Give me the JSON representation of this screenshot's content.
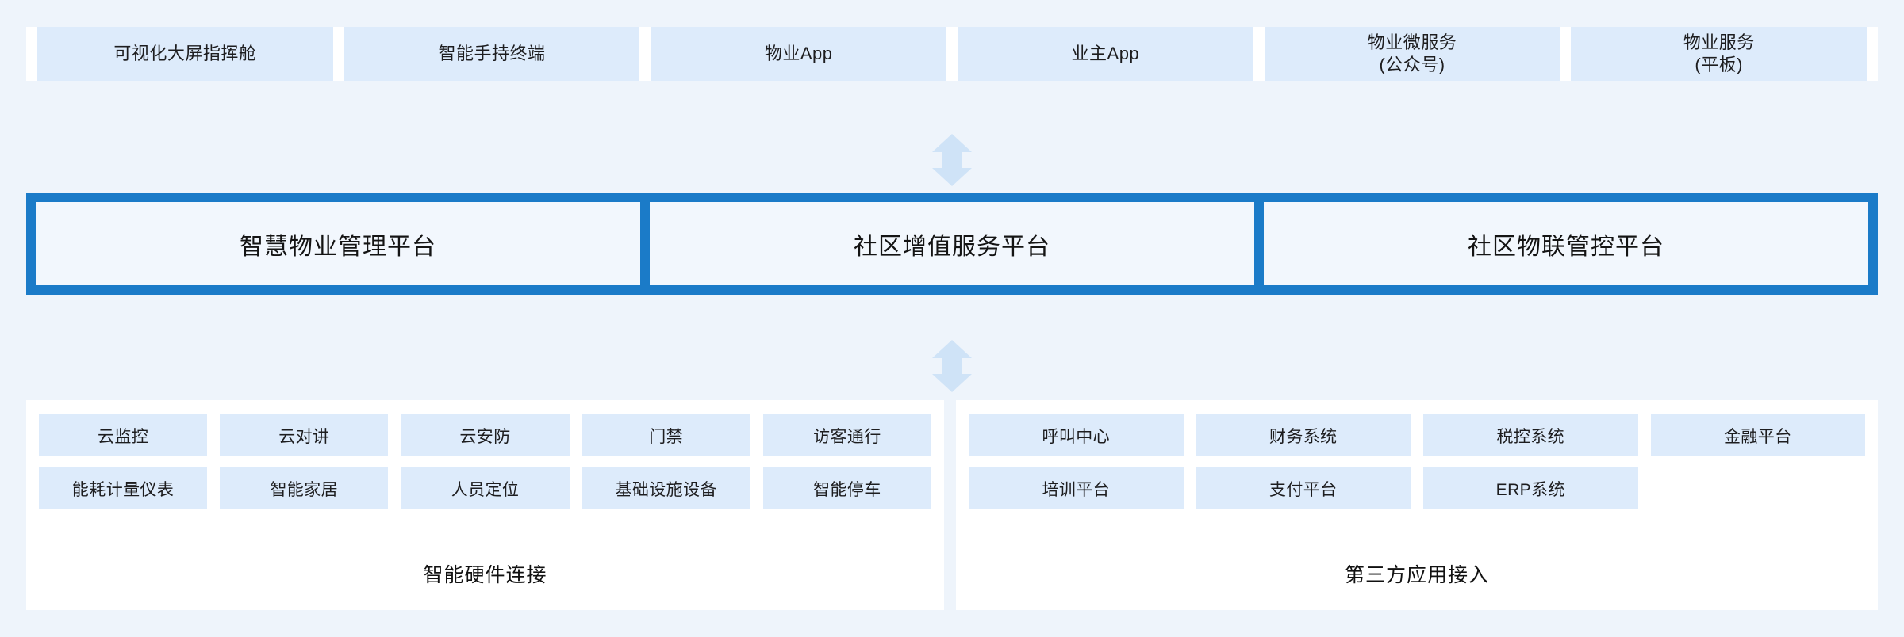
{
  "diagram": {
    "background_color": "#eef4fb",
    "accent_color": "#1b7bc8",
    "tile_color": "#ddebfb",
    "panel_color": "#ffffff"
  },
  "access_layer": {
    "tiles": [
      {
        "label": "可视化大屏指挥舱"
      },
      {
        "label": "智能手持终端"
      },
      {
        "label": "物业App"
      },
      {
        "label": "业主App"
      },
      {
        "label": "物业微服务\n(公众号)"
      },
      {
        "label": "物业服务\n(平板)"
      }
    ]
  },
  "connectors": {
    "top_arrow": "double-arrow-vertical",
    "bottom_arrow": "double-arrow-vertical",
    "arrow_color": "#cfe3f7"
  },
  "platform_layer": {
    "tiles": [
      {
        "label": "智慧物业管理平台"
      },
      {
        "label": "社区增值服务平台"
      },
      {
        "label": "社区物联管控平台"
      }
    ]
  },
  "hardware_group": {
    "caption": "智能硬件连接",
    "chips": [
      {
        "label": "云监控"
      },
      {
        "label": "云对讲"
      },
      {
        "label": "云安防"
      },
      {
        "label": "门禁"
      },
      {
        "label": "访客通行"
      },
      {
        "label": "能耗计量仪表"
      },
      {
        "label": "智能家居"
      },
      {
        "label": "人员定位"
      },
      {
        "label": "基础设施设备"
      },
      {
        "label": "智能停车"
      }
    ]
  },
  "thirdparty_group": {
    "caption": "第三方应用接入",
    "chips": [
      {
        "label": "呼叫中心"
      },
      {
        "label": "财务系统"
      },
      {
        "label": "税控系统"
      },
      {
        "label": "金融平台"
      },
      {
        "label": "培训平台"
      },
      {
        "label": "支付平台"
      },
      {
        "label": "ERP系统"
      },
      {
        "label": ""
      }
    ]
  }
}
